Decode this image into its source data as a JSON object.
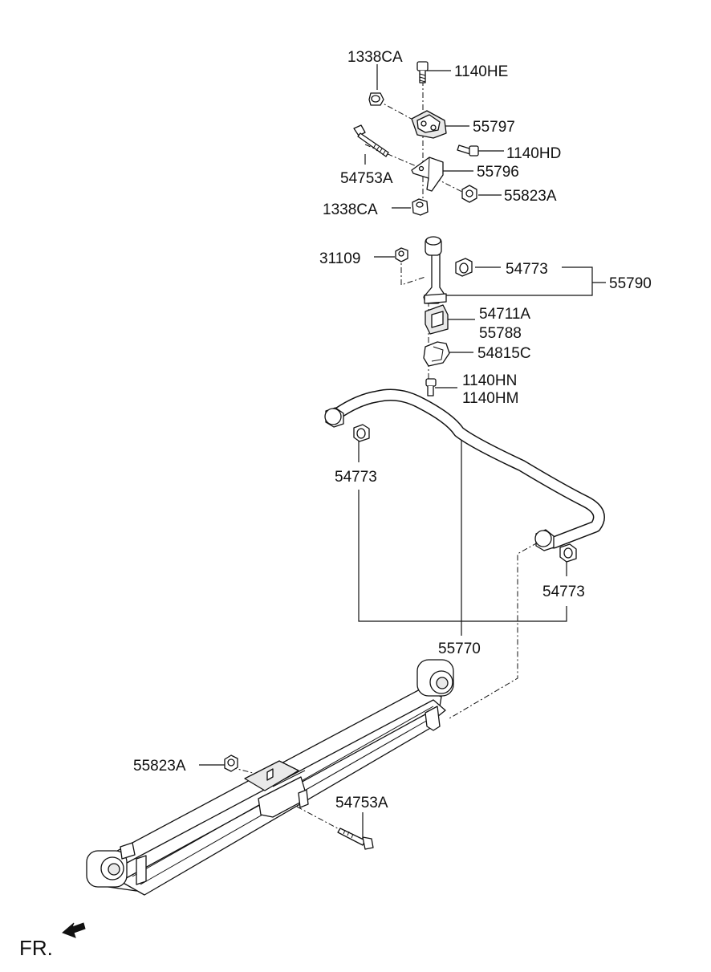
{
  "labels": {
    "p1338ca_top": "1338CA",
    "p1140he": "1140HE",
    "p55797": "55797",
    "p1140hd": "1140HD",
    "p54753a_top": "54753A",
    "p55796": "55796",
    "p55823a_top": "55823A",
    "p1338ca_mid": "1338CA",
    "p31109": "31109",
    "p54773_a": "54773",
    "p55790": "55790",
    "p54711a": "54711A",
    "p55788": "55788",
    "p54815c": "54815C",
    "p1140hn": "1140HN",
    "p1140hm": "1140HM",
    "p54773_b": "54773",
    "p54773_c": "54773",
    "p55770": "55770",
    "p55823a_bot": "55823A",
    "p54753a_bot": "54753A",
    "fr": "FR."
  }
}
